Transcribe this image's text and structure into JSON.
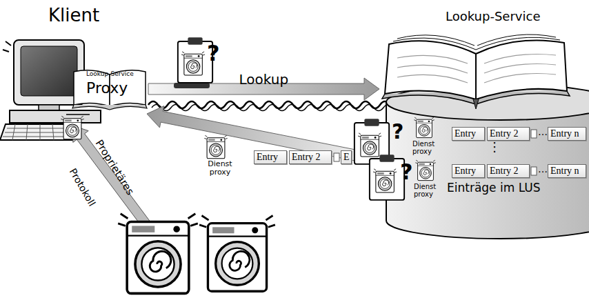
{
  "diagram": {
    "nodes": [
      {
        "text": [
          "Klient"
        ]
      },
      {
        "text": [
          "Lookup-Service",
          "Proxy"
        ],
        "in": 0
      },
      {
        "text": [
          "Lookup-Service",
          "Einträge im LUS"
        ]
      },
      {
        "text": [
          "Entry"
        ],
        "in": 2
      },
      {
        "text": [
          "Entry 2"
        ],
        "in": 2
      },
      {
        "text": [
          "Entry n"
        ],
        "in": 2
      },
      {
        "text": [
          "Entry"
        ],
        "in": 2
      },
      {
        "text": [
          "Entry 2"
        ],
        "in": 2
      },
      {
        "text": [
          "Entry n"
        ],
        "in": 2
      },
      {
        "text": [
          "Entry"
        ]
      },
      {
        "text": [
          "Entry 2"
        ]
      },
      {
        "text": [
          "E"
        ]
      }
    ],
    "edges": [
      {
        "from": 1,
        "to": 2,
        "arrow": "to",
        "label": "Lookup"
      },
      {
        "from": 2,
        "to": 0,
        "arrow": "to"
      }
    ],
    "labels": [
      "?",
      "?",
      "?",
      "Dienst proxy",
      "Dienst proxy",
      "Dienst proxy",
      "⋮",
      "…",
      "…",
      "Proprietäres",
      "Protokoll"
    ]
  }
}
